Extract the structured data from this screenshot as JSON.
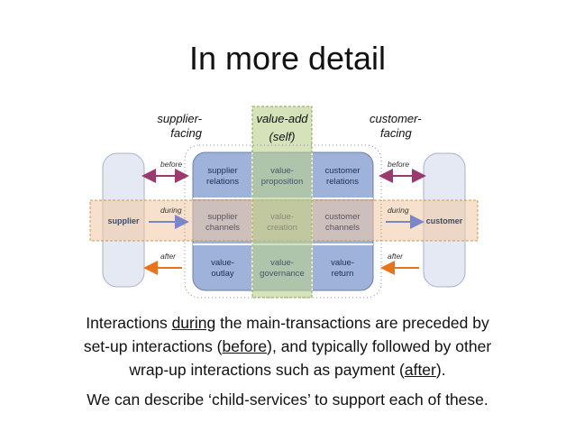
{
  "title": "In more detail",
  "diagram": {
    "column_headers": {
      "supplier": [
        "supplier-",
        "facing"
      ],
      "self": [
        "value-add",
        "(self)"
      ],
      "customer": [
        "customer-",
        "facing"
      ]
    },
    "side_boxes": {
      "left": "supplier",
      "right": "customer"
    },
    "arrow_labels": {
      "before": "before",
      "during": "during",
      "after": "after"
    },
    "cells": [
      [
        [
          "supplier",
          "relations"
        ],
        [
          "value-",
          "proposition"
        ],
        [
          "customer",
          "relations"
        ]
      ],
      [
        [
          "supplier",
          "channels"
        ],
        [
          "value-",
          "creation"
        ],
        [
          "customer",
          "channels"
        ]
      ],
      [
        [
          "value-",
          "outlay"
        ],
        [
          "value-",
          "governance"
        ],
        [
          "value-",
          "return"
        ]
      ]
    ],
    "colors": {
      "before_arrow": "#9b3a6e",
      "during_arrow": "#7b86c8",
      "after_arrow": "#e8741e",
      "cell_blue": "#9fb3da",
      "band_orange": "#f3d6bd",
      "band_green": "#c7d7a2",
      "side_box": "#e4e9f4"
    }
  },
  "paragraph1": {
    "line1_pre": "Interactions ",
    "line1_u": "during",
    "line1_post": " the main-transactions are preceded by",
    "line2_pre": "set-up interactions (",
    "line2_u": "before",
    "line2_post": "), and typically followed by other",
    "line3_pre": "wrap-up interactions such as payment (",
    "line3_u": "after",
    "line3_post": ")."
  },
  "paragraph2": "We can describe ‘child-services’ to support each of these."
}
